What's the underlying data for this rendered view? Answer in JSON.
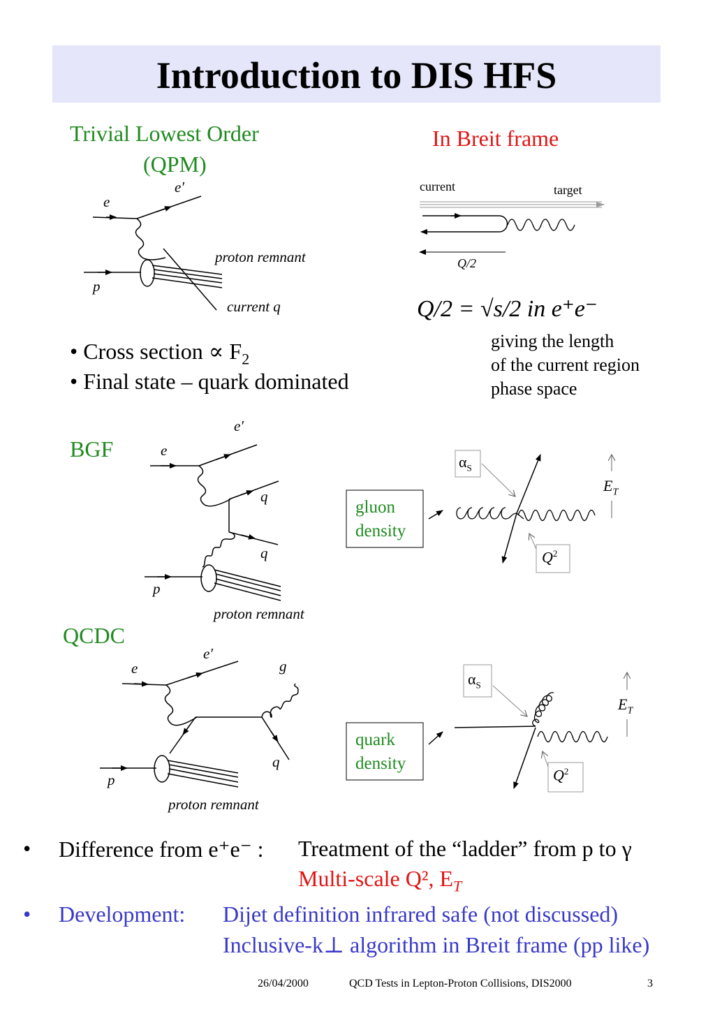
{
  "title": "Introduction to DIS HFS",
  "qpm": {
    "heading_line1": "Trivial Lowest Order",
    "heading_line2": "(QPM)",
    "labels": {
      "e": "e",
      "e_prime": "e′",
      "p": "p",
      "proton_remnant": "proton remnant",
      "current_q": "current q"
    },
    "bullets": [
      "Cross section ∝ F",
      "Final state – quark dominated"
    ],
    "bullet1_sub": "2"
  },
  "breit": {
    "heading": "In Breit frame",
    "current": "current",
    "target": "target",
    "q_half": "Q/2",
    "formula": "Q/2 = √s/2 in e⁺e⁻",
    "desc_line1": "giving the length",
    "desc_line2": "of the current region",
    "desc_line3": "phase space"
  },
  "bgf": {
    "heading": "BGF",
    "labels": {
      "e": "e",
      "e_prime": "e′",
      "q1": "q",
      "q2": "q",
      "p": "p",
      "proton_remnant": "proton remnant"
    },
    "box_line1": "gluon",
    "box_line2": "density",
    "alpha": "α",
    "alpha_sub": "S",
    "et": "E",
    "et_sub": "T",
    "q2": "Q",
    "q2_sup": "2"
  },
  "qcdc": {
    "heading": "QCDC",
    "labels": {
      "e": "e",
      "e_prime": "e′",
      "g": "g",
      "q": "q",
      "p": "p",
      "proton_remnant": "proton remnant"
    },
    "box_line1": "quark",
    "box_line2": "density",
    "alpha": "α",
    "alpha_sub": "S",
    "et": "E",
    "et_sub": "T",
    "q2": "Q",
    "q2_sup": "2"
  },
  "bottom": {
    "bullet_char": "•",
    "row1_label": "Difference from e⁺e⁻ :",
    "row1_text": "Treatment of the “ladder” from p to γ",
    "row1b_text": "Multi-scale Q², E",
    "row1b_sub": "T",
    "row2_label": "Development:",
    "row2_text": "Dijet definition infrared safe (not discussed)",
    "row2b_text": "Inclusive-k⊥ algorithm in Breit frame (pp like)"
  },
  "footer": {
    "date": "26/04/2000",
    "conference": "QCD Tests in Lepton-Proton Collisions, DIS2000",
    "page": "3"
  },
  "colors": {
    "green": "#1f8a1f",
    "red": "#e01414",
    "blue": "#3838c8",
    "title_bg": "#e6e6fa"
  }
}
